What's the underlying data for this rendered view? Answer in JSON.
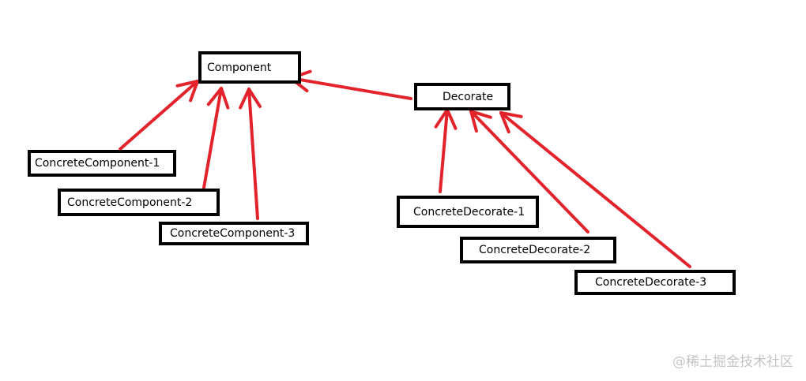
{
  "diagram": {
    "nodes": [
      {
        "id": "component",
        "label": "Component"
      },
      {
        "id": "decorate",
        "label": "Decorate"
      },
      {
        "id": "concrete-component-1",
        "label": "ConcreteComponent-1"
      },
      {
        "id": "concrete-component-2",
        "label": "ConcreteComponent-2"
      },
      {
        "id": "concrete-component-3",
        "label": "ConcreteComponent-3"
      },
      {
        "id": "concrete-decorate-1",
        "label": "ConcreteDecorate-1"
      },
      {
        "id": "concrete-decorate-2",
        "label": "ConcreteDecorate-2"
      },
      {
        "id": "concrete-decorate-3",
        "label": "ConcreteDecorate-3"
      }
    ],
    "edges": [
      {
        "from": "concrete-component-1",
        "to": "component"
      },
      {
        "from": "concrete-component-2",
        "to": "component"
      },
      {
        "from": "concrete-component-3",
        "to": "component"
      },
      {
        "from": "decorate",
        "to": "component"
      },
      {
        "from": "concrete-decorate-1",
        "to": "decorate"
      },
      {
        "from": "concrete-decorate-2",
        "to": "decorate"
      },
      {
        "from": "concrete-decorate-3",
        "to": "decorate"
      }
    ],
    "edge_color": "#e3232c",
    "box_border_color": "#000000"
  },
  "watermark": "@稀土掘金技术社区"
}
